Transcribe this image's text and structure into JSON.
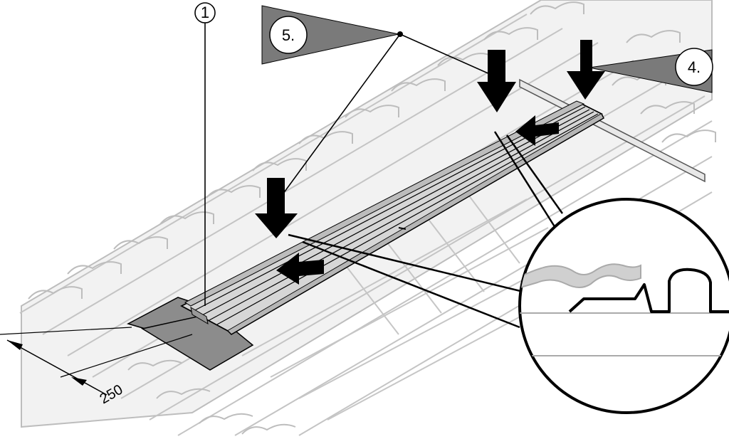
{
  "figure": {
    "callout_item_number": "1",
    "step_5_label": "5.",
    "step_4_label": "4.",
    "dimension_value": "250"
  },
  "colors": {
    "tile_fill": "#f2f2f2",
    "tile_stroke": "#bdbdbd",
    "profile_fill": "#d0d0d0",
    "collector_fill": "#d6d6d6",
    "flashing_fill": "#8c8c8c",
    "step_tag_fill": "#7a7a7a",
    "arrow_fill": "#000000"
  }
}
